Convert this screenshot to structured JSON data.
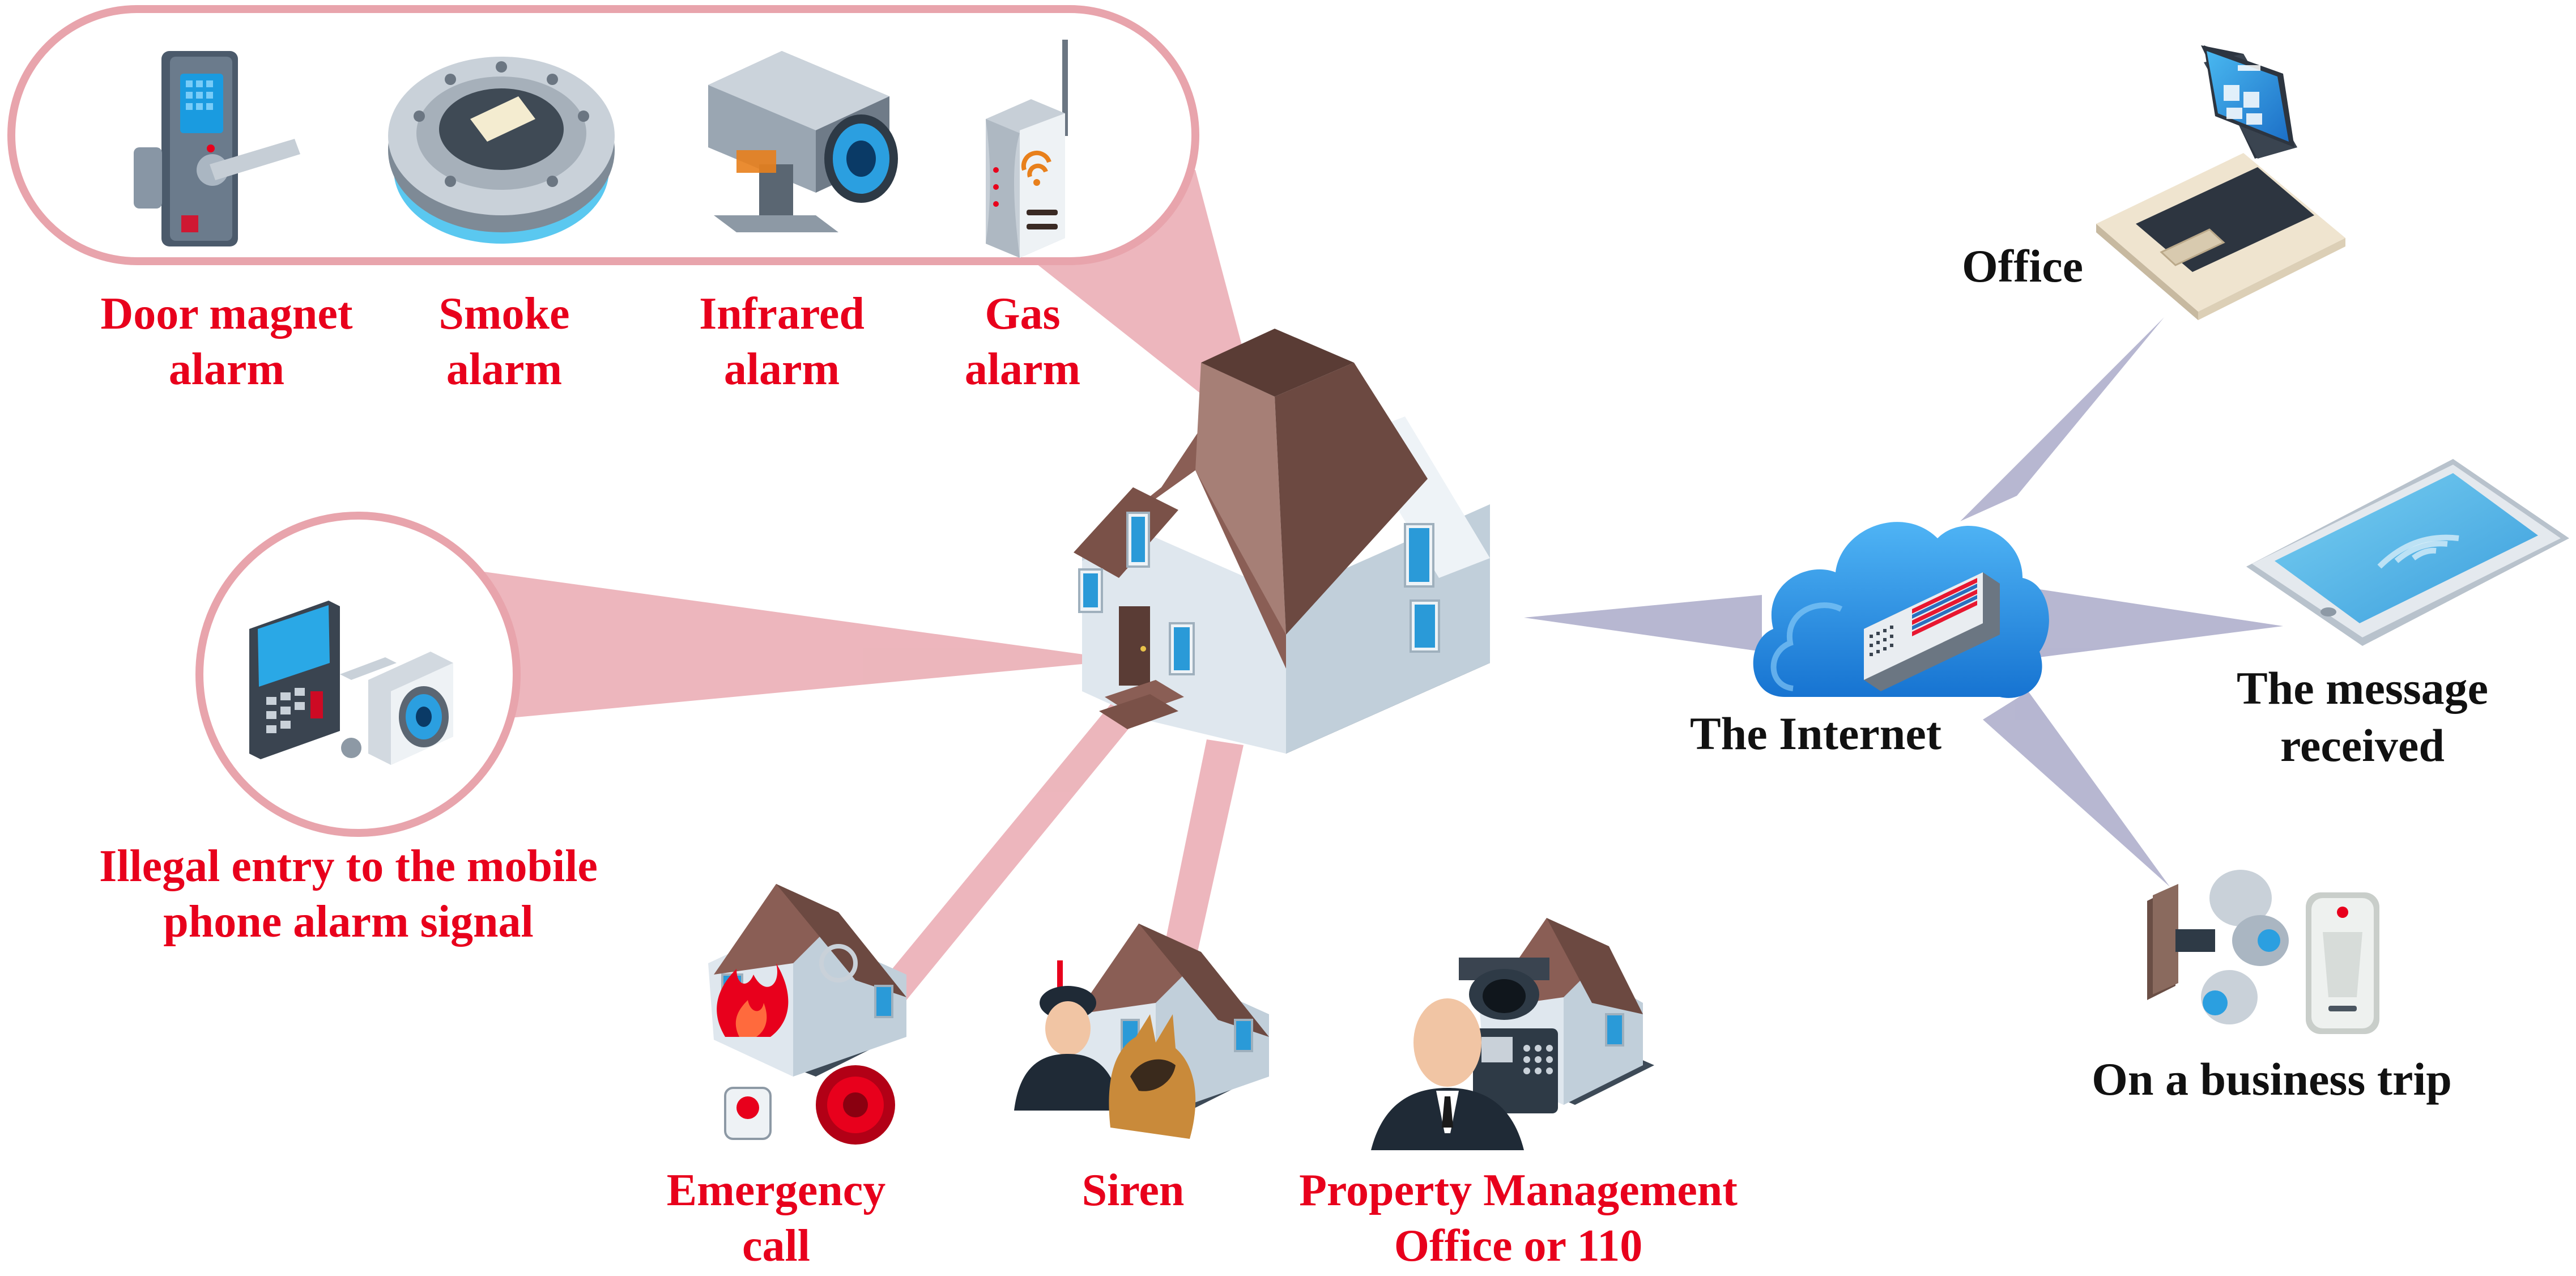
{
  "colors": {
    "alarm_text": "#e8001c",
    "network_text": "#111111",
    "callout_fill": "#e8a4ac",
    "callout_stroke": "#e8a4ac",
    "network_beam": "#b3b3cf",
    "cloud": "#1e8fe6",
    "roof": "#8a5e55",
    "wall": "#d9e3ea"
  },
  "sensors": [
    {
      "icon": "door-lock-icon",
      "lines": [
        "Door magnet",
        "alarm"
      ]
    },
    {
      "icon": "smoke-detector-icon",
      "lines": [
        "Smoke",
        "alarm"
      ]
    },
    {
      "icon": "security-camera-icon",
      "lines": [
        "Infrared",
        "alarm"
      ]
    },
    {
      "icon": "gas-sensor-icon",
      "lines": [
        "Gas",
        "alarm"
      ]
    }
  ],
  "mobile_alarm": {
    "icon": "keypad-camera-icon",
    "lines": [
      "Illegal entry to the mobile",
      "phone alarm signal"
    ]
  },
  "responses": [
    {
      "icon": "fire-alarm-house-icon",
      "lines": [
        "Emergency",
        "call"
      ]
    },
    {
      "icon": "guard-dog-house-icon",
      "lines": [
        "Siren"
      ]
    },
    {
      "icon": "security-guard-house-icon",
      "lines": [
        "Property Management",
        "Office or 110"
      ]
    }
  ],
  "hub": {
    "icon": "smart-house-icon"
  },
  "internet": {
    "icon": "cloud-router-icon",
    "label": "The Internet"
  },
  "destinations": [
    {
      "icon": "laptop-icon",
      "lines": [
        "Office"
      ]
    },
    {
      "icon": "tablet-icon",
      "lines": [
        "The message",
        "received"
      ]
    },
    {
      "icon": "door-camera-sensor-icon",
      "lines": [
        "On a business trip"
      ]
    }
  ]
}
